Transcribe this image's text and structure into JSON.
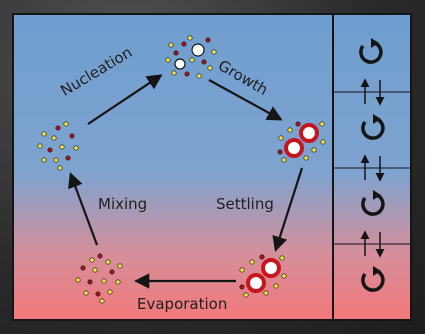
{
  "diagram": {
    "stages": {
      "nucleation": "Nucleation",
      "growth": "Growth",
      "settling": "Settling",
      "evaporation": "Evaporation",
      "mixing": "Mixing"
    },
    "colors": {
      "sky_top": "#6f9ed0",
      "sky_mid": "#b89bb0",
      "sky_bottom": "#f07a7a",
      "arrow": "#151515",
      "droplet_red": "#c4161c",
      "particle_yellow": "#ece34a",
      "particle_red": "#a3171c",
      "panel_line": "#111111"
    },
    "side_panel_icons": [
      "circular-arrow-icon",
      "circular-arrow-icon",
      "circular-arrow-icon",
      "circular-arrow-icon"
    ]
  }
}
